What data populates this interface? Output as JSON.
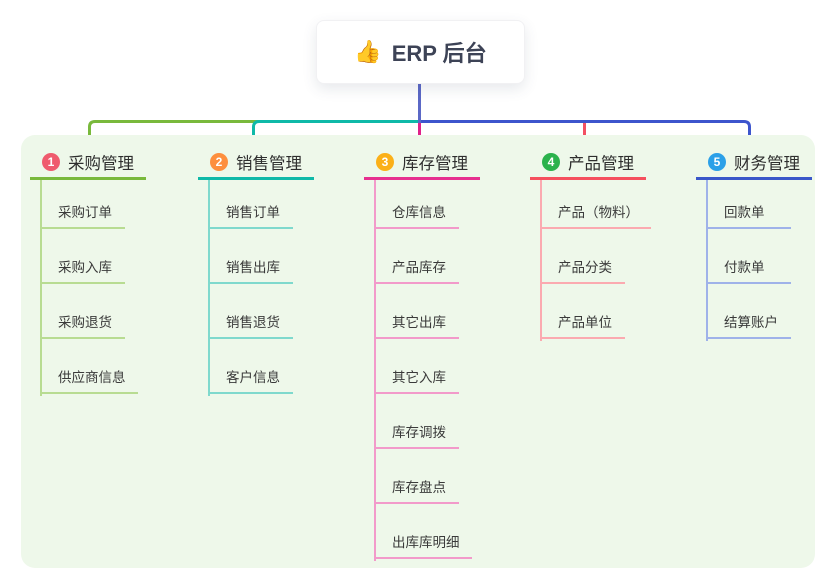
{
  "root": {
    "icon": "👍",
    "label": "ERP 后台"
  },
  "colors": {
    "root_line": "#5b68c6",
    "panel_bg": "#eef8ea",
    "connector_green": "#79b93c",
    "connector_teal": "#0fb9a8",
    "connector_blue": "#3d55cd",
    "connector_magenta": "#e0218a",
    "connector_red": "#f35063"
  },
  "branches": [
    {
      "number": "1",
      "label": "采购管理",
      "badge_color": "#ef5b6e",
      "line_color": "#79b93c",
      "child_line_color": "#b8dc92",
      "children": [
        "采购订单",
        "采购入库",
        "采购退货",
        "供应商信息"
      ]
    },
    {
      "number": "2",
      "label": "销售管理",
      "badge_color": "#fd8f3e",
      "line_color": "#0fb9a8",
      "child_line_color": "#7fd9cd",
      "children": [
        "销售订单",
        "销售出库",
        "销售退货",
        "客户信息"
      ]
    },
    {
      "number": "3",
      "label": "库存管理",
      "badge_color": "#fbb018",
      "line_color": "#e6308f",
      "child_line_color": "#f29aca",
      "children": [
        "仓库信息",
        "产品库存",
        "其它出库",
        "其它入库",
        "库存调拨",
        "库存盘点",
        "出库库明细"
      ]
    },
    {
      "number": "4",
      "label": "产品管理",
      "badge_color": "#2bb24c",
      "line_color": "#f5505e",
      "child_line_color": "#fbaab0",
      "children": [
        "产品（物料）",
        "产品分类",
        "产品单位"
      ]
    },
    {
      "number": "5",
      "label": "财务管理",
      "badge_color": "#2ba0e8",
      "line_color": "#3a57c9",
      "child_line_color": "#9fb2e9",
      "children": [
        "回款单",
        "付款单",
        "结算账户"
      ]
    }
  ]
}
